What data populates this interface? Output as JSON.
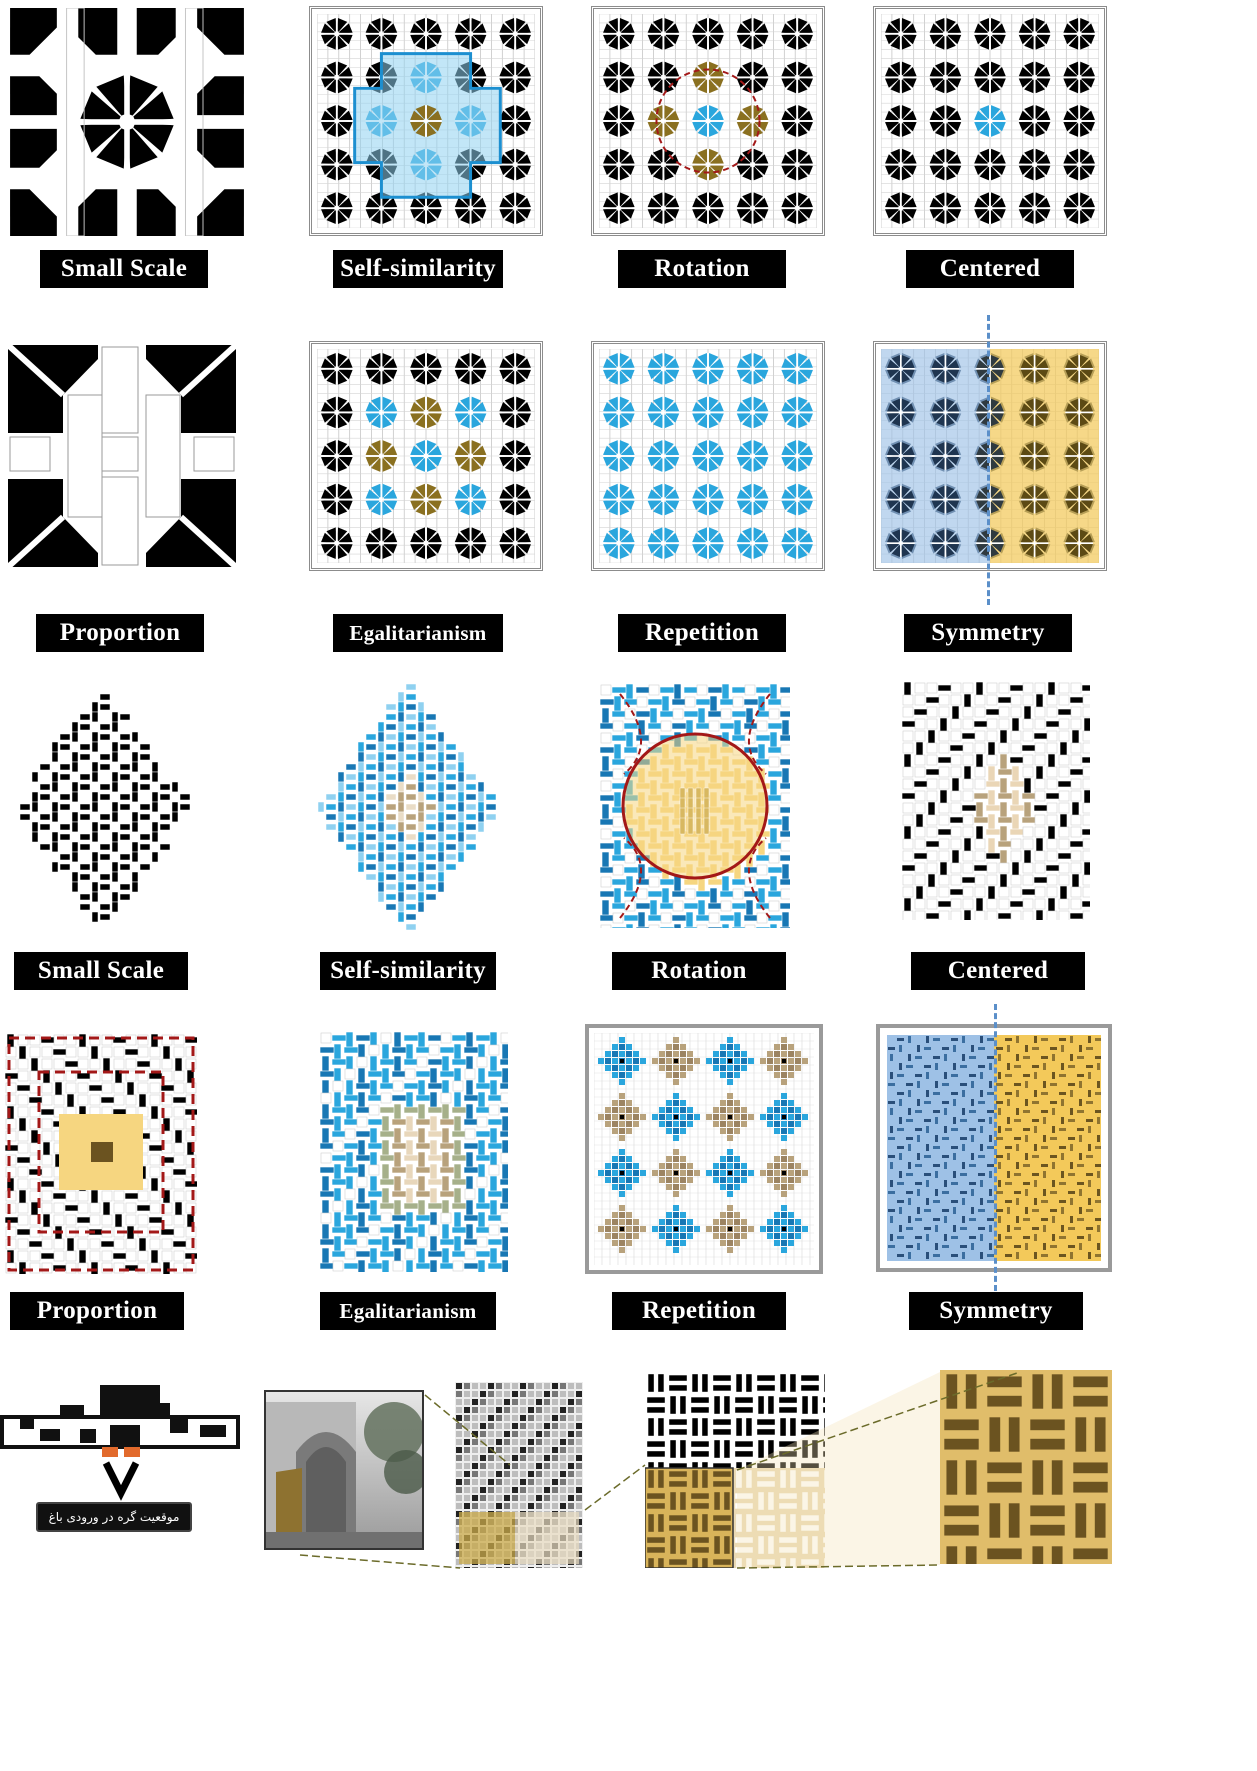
{
  "row1_labels": [
    "Small Scale",
    "Self-similarity",
    "Rotation",
    "Centered"
  ],
  "row2_labels": [
    "Proportion",
    "Egalitarianism",
    "Repetition",
    "Symmetry"
  ],
  "row3_labels": [
    "Small Scale",
    "Self-similarity",
    "Rotation",
    "Centered"
  ],
  "row4_labels": [
    "Proportion",
    "Egalitarianism",
    "Repetition",
    "Symmetry"
  ],
  "bottom": {
    "persian_caption": "موقعیت گره در ورودی باغ"
  },
  "colors": {
    "black": "#000000",
    "blue": "#2aa6dd",
    "light_blue": "#8fd1f0",
    "gold": "#8a7020",
    "tan": "#b8a27c",
    "yellow": "#f6d680",
    "red_dash": "#a31818",
    "sym_blue": "#9ec1e6",
    "sym_yellow": "#f3c95a",
    "brown": "#6b5320"
  }
}
